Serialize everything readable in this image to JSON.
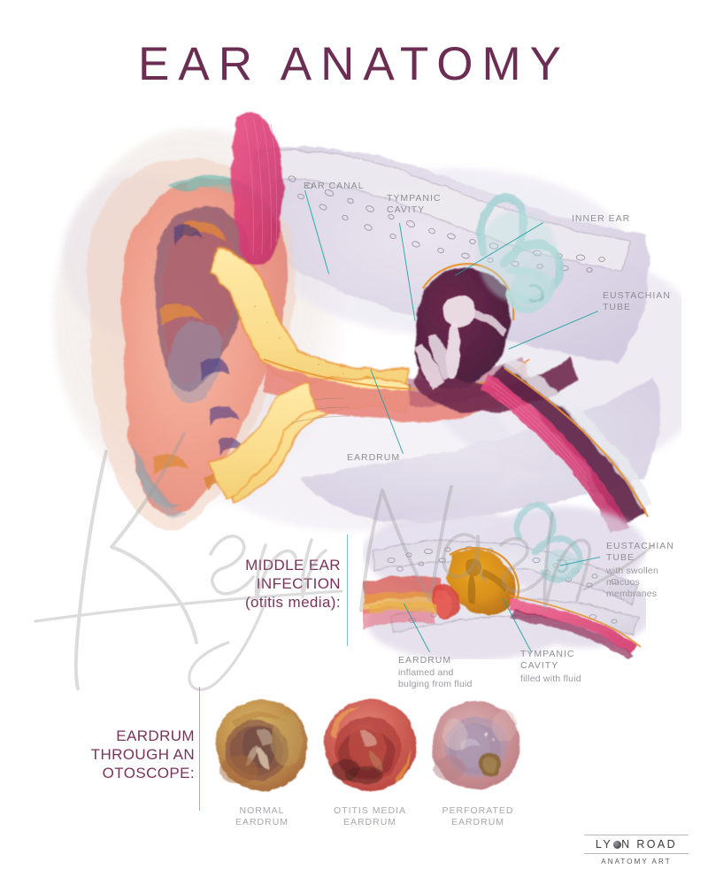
{
  "poster": {
    "title": "EAR ANATOMY",
    "background": "#ffffff",
    "title_color": "#6b2d52",
    "label_color": "#8e8e93",
    "leader_color": "#1a9e9e",
    "divider_color": "#79c4c4"
  },
  "main_diagram": {
    "callouts": [
      {
        "id": "ear-canal",
        "text": "EAR CANAL"
      },
      {
        "id": "tympanic-cavity",
        "text": "TYMPANIC\nCAVITY"
      },
      {
        "id": "inner-ear",
        "text": "INNER EAR"
      },
      {
        "id": "eustachian-tube",
        "text": "EUSTACHIAN\nTUBE"
      },
      {
        "id": "eardrum",
        "text": "EARDRUM"
      }
    ]
  },
  "infection_section": {
    "heading": "MIDDLE EAR\nINFECTION\n(otitis media):",
    "callouts": [
      {
        "id": "eustachian-tube-swollen",
        "title": "EUSTACHIAN\nTUBE",
        "detail": "with swollen\nmucuos\nmembranes"
      },
      {
        "id": "eardrum-inflamed",
        "title": "EARDRUM",
        "detail": "inflamed and\nbulging from fluid"
      },
      {
        "id": "tympanic-cavity-fluid",
        "title": "TYMPANIC\nCAVITY",
        "detail": "filled with fluid"
      }
    ]
  },
  "otoscope_section": {
    "heading": "EARDRUM\nTHROUGH AN\nOTOSCOPE:",
    "items": [
      {
        "id": "normal",
        "caption": "NORMAL\nEARDRUM",
        "color": "#b6813f"
      },
      {
        "id": "otitis",
        "caption": "OTITIS MEDIA\nEARDRUM",
        "color": "#c4493f"
      },
      {
        "id": "perforated",
        "caption": "PERFORATED\nEARDRUM",
        "color": "#c99a9c"
      }
    ]
  },
  "brand": {
    "name_left": "LY",
    "name_right": "N ROAD",
    "subtitle": "ANATOMY ART"
  },
  "watermark": {
    "signature": "Kerri Nash"
  }
}
